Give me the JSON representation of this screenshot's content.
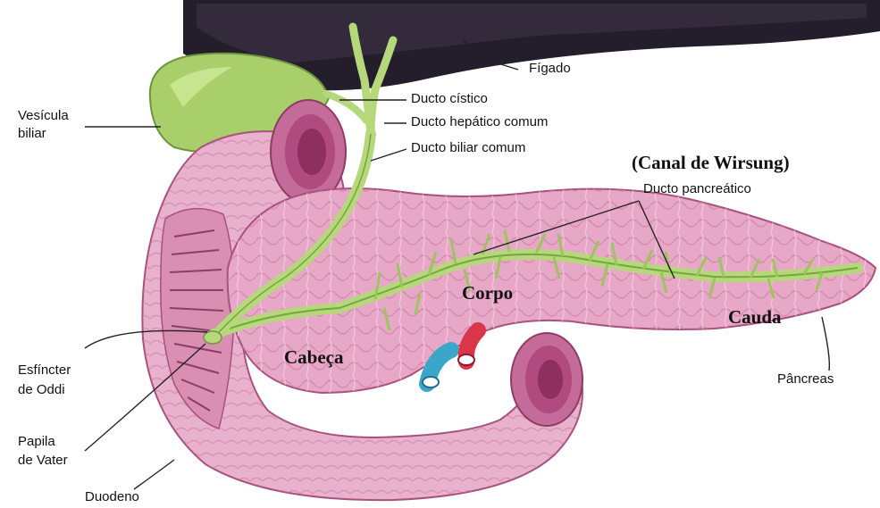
{
  "labels": {
    "figado": "Fígado",
    "ducto_cistico": "Ducto cístico",
    "ducto_hepatico": "Ducto hepático comum",
    "ducto_biliar": "Ducto biliar comum",
    "vesicula_l1": "Vesícula",
    "vesicula_l2": "biliar",
    "canal": "(Canal de Wirsung)",
    "ducto_pancreatico": "Ducto pancreático",
    "corpo": "Corpo",
    "cauda": "Cauda",
    "cabeca": "Cabeça",
    "pancreas": "Pâncreas",
    "esfincter_l1": "Esfíncter",
    "esfincter_l2": "de Oddi",
    "papila_l1": "Papila",
    "papila_l2": "de Vater",
    "duodeno": "Duodeno"
  },
  "colors": {
    "liver": "#241d2b",
    "gallbladder": "#a9cf6a",
    "bile_duct": "#b5d97a",
    "pancreas": "#e7a7c6",
    "pancreas_dark": "#c56b99",
    "duodenum": "#e9b2cc",
    "vein": "#3aa6c8",
    "artery": "#d9364b",
    "leader": "#222222"
  }
}
